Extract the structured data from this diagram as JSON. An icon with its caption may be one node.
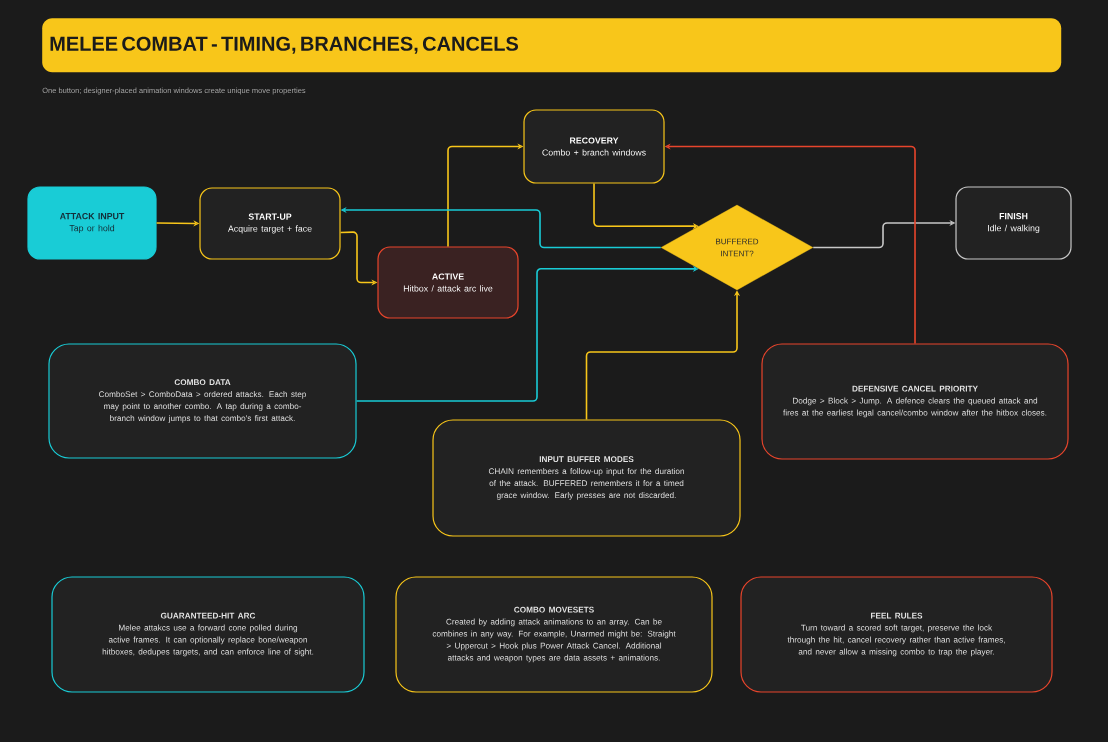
{
  "diagram": {
    "title": "MELEE COMBAT - TIMING, BRANCHES, CANCELS",
    "caption": "One button; designer-placed animation windows create unique move properties",
    "nodes": [
      {
        "text": [
          "ATTACK INPUT",
          "Tap or hold"
        ]
      },
      {
        "text": [
          "START-UP",
          "Acquire target + face"
        ]
      },
      {
        "text": [
          "RECOVERY",
          "Combo + branch windows"
        ]
      },
      {
        "text": [
          "ACTIVE",
          "Hitbox / attack arc live"
        ]
      },
      {
        "text": [
          "BUFFERED INTENT?"
        ]
      },
      {
        "text": [
          "FINISH",
          "Idle / walking"
        ]
      },
      {
        "text": [
          "COMBO DATA",
          "ComboSet > ComboData > ordered attacks. Each step may point to another combo. A tap during a combo-branch window jumps to that combo's first attack."
        ]
      },
      {
        "text": [
          "DEFENSIVE CANCEL PRIORITY",
          "Dodge > Block > Jump. A defence clears the queued attack and fires at the earliest legal cancel/combo window after the hitbox closes."
        ]
      },
      {
        "text": [
          "INPUT BUFFER MODES",
          "CHAIN remembers a follow-up input for the duration of the attack. BUFFERED remembers it for a timed grace window. Early presses are not discarded."
        ]
      },
      {
        "text": [
          "GUARANTEED-HIT ARC",
          "Melee attakcs use a forward cone polled during active frames. It can optionally replace bone/weapon hitboxes, dedupes targets, and can enforce line of sight."
        ]
      },
      {
        "text": [
          "COMBO MOVESETS",
          "Created by adding attack animations to an array. Can be combines in any way. For example, Unarmed might be: Straight > Uppercut > Hook plus Power Attack Cancel. Additional attacks and weapon types are data assets + animations."
        ]
      },
      {
        "text": [
          "FEEL RULES",
          "Turn toward a scored soft target, preserve the lock through the hit, cancel recovery rather than active frames, and never allow a missing combo to trap the player."
        ]
      }
    ],
    "edges": [
      {
        "from": 0,
        "to": 1,
        "arrow": "to"
      },
      {
        "from": 1,
        "to": 3,
        "arrow": "to"
      },
      {
        "from": 3,
        "to": 2,
        "arrow": "to"
      },
      {
        "from": 2,
        "to": 4,
        "arrow": "to"
      },
      {
        "from": 4,
        "to": 1,
        "arrow": "to",
        "color": "#19ccd6"
      },
      {
        "from": 6,
        "to": 4,
        "arrow": "to",
        "color": "#19ccd6"
      },
      {
        "from": 8,
        "to": 4,
        "arrow": "to"
      },
      {
        "from": 4,
        "to": 5,
        "arrow": "to",
        "color": "#c8c8c8"
      },
      {
        "from": 7,
        "to": 2,
        "arrow": "to",
        "color": "#e8452c"
      }
    ]
  }
}
